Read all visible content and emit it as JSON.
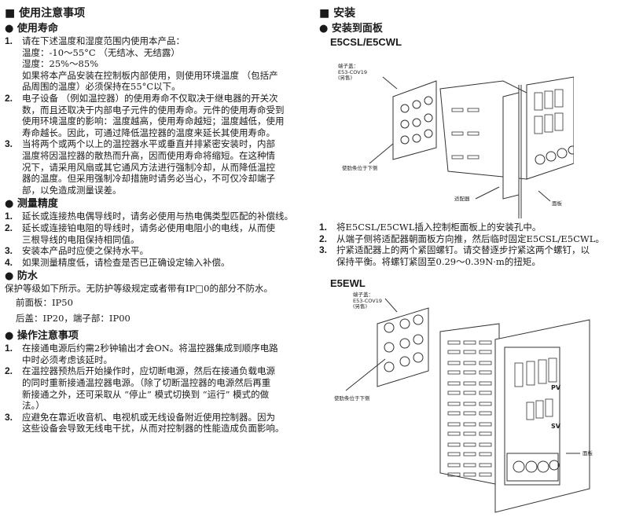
{
  "left": {
    "title": "■ 使用注意事项",
    "sections": [
      {
        "heading": "● 使用寿命",
        "items": [
          {
            "num": "1.",
            "lines": [
              "请在下述温度和湿度范围内使用本产品：",
              "温度：-10～55°C （无结冰、无结露）",
              "湿度：25%～85%",
              "如果将本产品安装在控制板内部使用，则使用环境温度 （包括产",
              "品周围的温度）必须保持在55°C以下。"
            ]
          },
          {
            "num": "2.",
            "lines": [
              "电子设备 （例如温控器）的使用寿命不仅取决于继电器的开关次",
              "数，而且还取决于内部电子元件的使用寿命。元件的使用寿命受到",
              "使用环境温度的影响：温度越高，使用寿命越短；温度越低，使用",
              "寿命越长。因此，可通过降低温控器的温度来延长其使用寿命。"
            ]
          },
          {
            "num": "3.",
            "lines": [
              "当将两个或两个以上的温控器水平或垂直并排紧密安装时，内部",
              "温度将因温控器的散热而升高，因而使用寿命将缩短。在这种情",
              "况下，请采用风扇或其它通风方法进行强制冷却，从而降低温控",
              "器的温度。但采用强制冷却措施时请务必当心，不可仅冷却端子",
              "部，以免造成测量误差。"
            ]
          }
        ]
      },
      {
        "heading": "● 测量精度",
        "items": [
          {
            "num": "1.",
            "lines": [
              "延长或连接热电偶导线时，请务必使用与热电偶类型匹配的补偿线。"
            ]
          },
          {
            "num": "2.",
            "lines": [
              "延长或连接铂电阻的导线时，请务必使用电阻小的电线，从而使",
              "三根导线的电阻保持相同值。"
            ]
          },
          {
            "num": "3.",
            "lines": [
              "安装本产品时应使之保持水平。"
            ]
          },
          {
            "num": "4.",
            "lines": [
              "如果测量精度低，请检查是否已正确设定输入补偿。"
            ]
          }
        ]
      }
    ],
    "waterproof": {
      "heading": "● 防水",
      "text": "保护等级如下所示。无防护等级规定或者带有IP□0的部分不防水。",
      "front": "前面板：IP50",
      "rear": "后盖：IP20，端子部：IP00"
    },
    "operation": {
      "heading": "● 操作注意事项",
      "items": [
        {
          "num": "1.",
          "lines": [
            "在接通电源后约需2秒钟输出才会ON。将温控器集成到顺序电路",
            "中时必须考虑该延时。"
          ]
        },
        {
          "num": "2.",
          "lines": [
            "在温控器预热后开始操作时，应切断电源，然后在接通负载电源",
            "的同时重新接通温控器电源。（除了切断温控器的电源然后再重",
            "新接通之外，还可采取从 “停止” 模式切换到 “运行” 模式的做",
            "法。）"
          ]
        },
        {
          "num": "3.",
          "lines": [
            "应避免在靠近收音机、电视机或无线设备附近使用控制器。因为",
            "这些设备会导致无线电干扰，从而对控制器的性能造成负面影响。"
          ]
        }
      ]
    }
  },
  "right": {
    "title": "■ 安装",
    "heading": "● 安装到面板",
    "model1": "E5CSL/E5CWL",
    "diagram1": {
      "cover_label1": "端子盖：",
      "cover_label2": "E53-COV19",
      "cover_label3": "(另售)",
      "rib_label": "使肋条位于下侧",
      "adapter_label": "适配器",
      "panel_label": "面板"
    },
    "steps": [
      {
        "num": "1.",
        "lines": [
          "将E5CSL/E5CWL插入控制柜面板上的安装孔中。"
        ]
      },
      {
        "num": "2.",
        "lines": [
          "从端子侧将适配器朝面板方向推，然后临时固定E5CSL/E5CWL。"
        ]
      },
      {
        "num": "3.",
        "lines": [
          "拧紧适配器上的两个紧固螺钉。请交替逐步拧紧这两个螺钉，以",
          "保持平衡。将螺钉紧固至0.29～0.39N·m的扭矩。"
        ]
      }
    ],
    "model2": "E5EWL",
    "diagram2": {
      "cover_label1": "端子盖：",
      "cover_label2": "E53-COV19",
      "cover_label3": "(另售)",
      "rib_label": "使肋条位于下侧",
      "panel_label": "面板",
      "pv": "PV",
      "sv": "SV"
    }
  }
}
